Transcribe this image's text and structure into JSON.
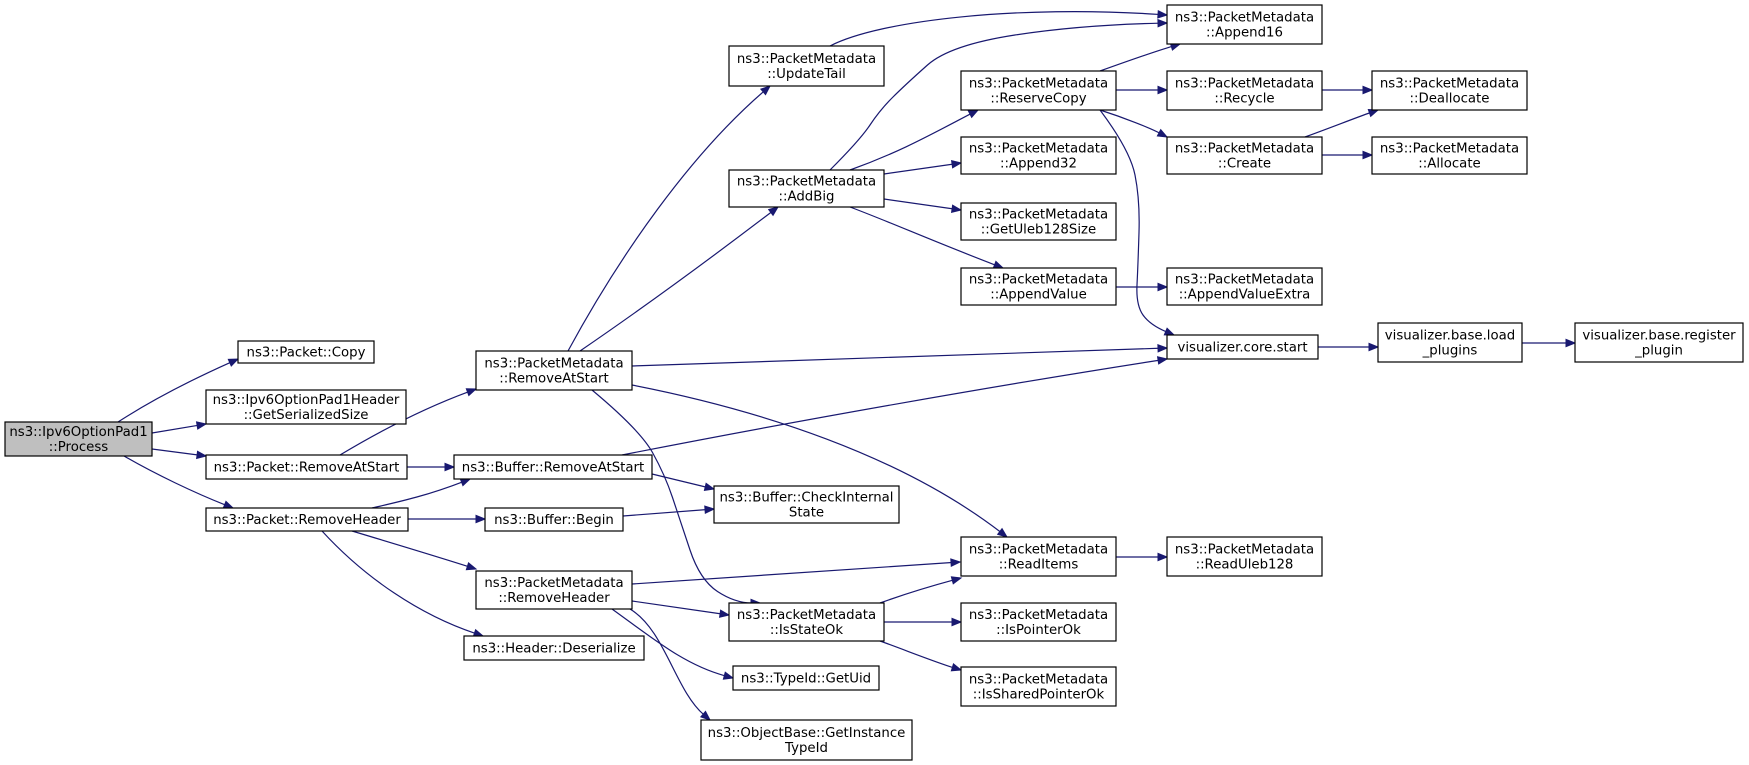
{
  "diagram": {
    "type": "call-graph",
    "colors": {
      "edge": "#191970",
      "node_fill": "#ffffff",
      "root_fill": "#bfbfbf",
      "border": "#000000"
    },
    "nodes": [
      {
        "id": "root",
        "lines": [
          "ns3::Ipv6OptionPad1",
          "::Process"
        ],
        "root": true
      },
      {
        "id": "pktcopy",
        "lines": [
          "ns3::Packet::Copy"
        ]
      },
      {
        "id": "getser",
        "lines": [
          "ns3::Ipv6OptionPad1Header",
          "::GetSerializedSize"
        ]
      },
      {
        "id": "pktras",
        "lines": [
          "ns3::Packet::RemoveAtStart"
        ]
      },
      {
        "id": "pktrh",
        "lines": [
          "ns3::Packet::RemoveHeader"
        ]
      },
      {
        "id": "pmras",
        "lines": [
          "ns3::PacketMetadata",
          "::RemoveAtStart"
        ]
      },
      {
        "id": "bufras",
        "lines": [
          "ns3::Buffer::RemoveAtStart"
        ]
      },
      {
        "id": "bufbegin",
        "lines": [
          "ns3::Buffer::Begin"
        ]
      },
      {
        "id": "pmrh",
        "lines": [
          "ns3::PacketMetadata",
          "::RemoveHeader"
        ]
      },
      {
        "id": "hdrdeser",
        "lines": [
          "ns3::Header::Deserialize"
        ]
      },
      {
        "id": "pmut",
        "lines": [
          "ns3::PacketMetadata",
          "::UpdateTail"
        ]
      },
      {
        "id": "pmaddbig",
        "lines": [
          "ns3::PacketMetadata",
          "::AddBig"
        ]
      },
      {
        "id": "bufcheck",
        "lines": [
          "ns3::Buffer::CheckInternal",
          "State"
        ]
      },
      {
        "id": "pmisok",
        "lines": [
          "ns3::PacketMetadata",
          "::IsStateOk"
        ]
      },
      {
        "id": "typeid",
        "lines": [
          "ns3::TypeId::GetUid"
        ]
      },
      {
        "id": "objbase",
        "lines": [
          "ns3::ObjectBase::GetInstance",
          "TypeId"
        ]
      },
      {
        "id": "pmreserve",
        "lines": [
          "ns3::PacketMetadata",
          "::ReserveCopy"
        ]
      },
      {
        "id": "pmapp32",
        "lines": [
          "ns3::PacketMetadata",
          "::Append32"
        ]
      },
      {
        "id": "pmuleb",
        "lines": [
          "ns3::PacketMetadata",
          "::GetUleb128Size"
        ]
      },
      {
        "id": "pmappval",
        "lines": [
          "ns3::PacketMetadata",
          "::AppendValue"
        ]
      },
      {
        "id": "pmreaditems",
        "lines": [
          "ns3::PacketMetadata",
          "::ReadItems"
        ]
      },
      {
        "id": "pmisptr",
        "lines": [
          "ns3::PacketMetadata",
          "::IsPointerOk"
        ]
      },
      {
        "id": "pmisshared",
        "lines": [
          "ns3::PacketMetadata",
          "::IsSharedPointerOk"
        ]
      },
      {
        "id": "pmapp16",
        "lines": [
          "ns3::PacketMetadata",
          "::Append16"
        ]
      },
      {
        "id": "pmrecycle",
        "lines": [
          "ns3::PacketMetadata",
          "::Recycle"
        ]
      },
      {
        "id": "pmcreate",
        "lines": [
          "ns3::PacketMetadata",
          "::Create"
        ]
      },
      {
        "id": "pmappvalx",
        "lines": [
          "ns3::PacketMetadata",
          "::AppendValueExtra"
        ]
      },
      {
        "id": "vcore",
        "lines": [
          "visualizer.core.start"
        ]
      },
      {
        "id": "pmreaduleb",
        "lines": [
          "ns3::PacketMetadata",
          "::ReadUleb128"
        ]
      },
      {
        "id": "pmdealloc",
        "lines": [
          "ns3::PacketMetadata",
          "::Deallocate"
        ]
      },
      {
        "id": "pmalloc",
        "lines": [
          "ns3::PacketMetadata",
          "::Allocate"
        ]
      },
      {
        "id": "vload",
        "lines": [
          "visualizer.base.load",
          "_plugins"
        ]
      },
      {
        "id": "vreg",
        "lines": [
          "visualizer.base.register",
          "_plugin"
        ]
      }
    ],
    "edges": [
      {
        "from": "root",
        "to": "pktcopy"
      },
      {
        "from": "root",
        "to": "getser"
      },
      {
        "from": "root",
        "to": "pktras"
      },
      {
        "from": "root",
        "to": "pktrh"
      },
      {
        "from": "pktras",
        "to": "pmras"
      },
      {
        "from": "pktras",
        "to": "bufras"
      },
      {
        "from": "pktrh",
        "to": "bufras"
      },
      {
        "from": "pktrh",
        "to": "bufbegin"
      },
      {
        "from": "pktrh",
        "to": "pmrh"
      },
      {
        "from": "pktrh",
        "to": "hdrdeser"
      },
      {
        "from": "pmras",
        "to": "pmut"
      },
      {
        "from": "pmras",
        "to": "pmaddbig"
      },
      {
        "from": "pmras",
        "to": "vcore"
      },
      {
        "from": "pmras",
        "to": "pmreaditems"
      },
      {
        "from": "pmras",
        "to": "pmisok"
      },
      {
        "from": "bufras",
        "to": "vcore"
      },
      {
        "from": "bufras",
        "to": "bufcheck"
      },
      {
        "from": "bufbegin",
        "to": "bufcheck"
      },
      {
        "from": "pmrh",
        "to": "pmreaditems"
      },
      {
        "from": "pmrh",
        "to": "pmisok"
      },
      {
        "from": "pmrh",
        "to": "typeid"
      },
      {
        "from": "pmrh",
        "to": "objbase"
      },
      {
        "from": "pmut",
        "to": "pmapp16"
      },
      {
        "from": "pmaddbig",
        "to": "pmapp16"
      },
      {
        "from": "pmaddbig",
        "to": "pmreserve"
      },
      {
        "from": "pmaddbig",
        "to": "pmapp32"
      },
      {
        "from": "pmaddbig",
        "to": "pmuleb"
      },
      {
        "from": "pmaddbig",
        "to": "pmappval"
      },
      {
        "from": "pmisok",
        "to": "pmreaditems"
      },
      {
        "from": "pmisok",
        "to": "pmisptr"
      },
      {
        "from": "pmisok",
        "to": "pmisshared"
      },
      {
        "from": "pmreserve",
        "to": "pmapp16"
      },
      {
        "from": "pmreserve",
        "to": "pmrecycle"
      },
      {
        "from": "pmreserve",
        "to": "pmcreate"
      },
      {
        "from": "pmreserve",
        "to": "vcore"
      },
      {
        "from": "pmappval",
        "to": "pmappvalx"
      },
      {
        "from": "pmreaditems",
        "to": "pmreaduleb"
      },
      {
        "from": "pmrecycle",
        "to": "pmdealloc"
      },
      {
        "from": "pmcreate",
        "to": "pmdealloc"
      },
      {
        "from": "pmcreate",
        "to": "pmalloc"
      },
      {
        "from": "vcore",
        "to": "vload"
      },
      {
        "from": "vload",
        "to": "vreg"
      }
    ]
  }
}
